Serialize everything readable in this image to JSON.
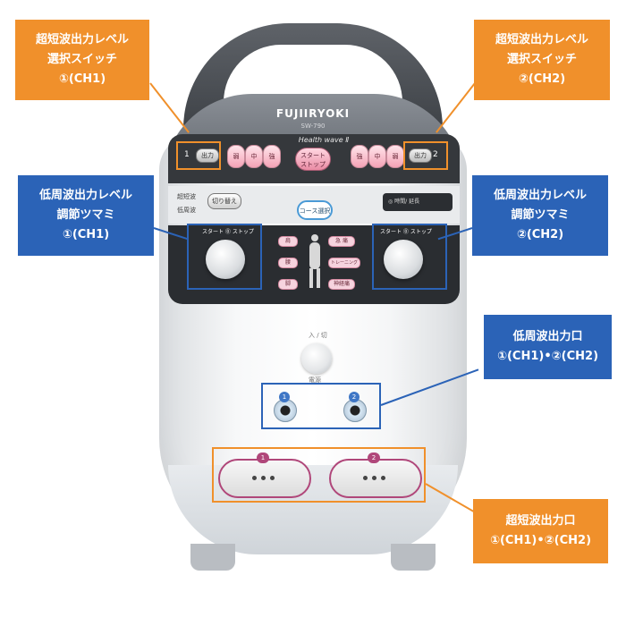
{
  "device": {
    "brand": "FUJIIRYOKI",
    "model": "SW-790",
    "series_name": "Health wave Ⅱ",
    "buttons": {
      "select_left": "出力",
      "select_right": "出力",
      "ch1_number": "1",
      "ch2_number": "2",
      "level_left": [
        "弱",
        "中",
        "強"
      ],
      "level_right": [
        "強",
        "中",
        "弱"
      ],
      "start_stop": "スタート\nストップ",
      "switch": "切り替え",
      "mode_ultra": "超短波",
      "mode_low": "低周波",
      "course_select": "コース選択",
      "timer": "◎ 時間/ 延長"
    },
    "knob_left_label": "スタート ⓪ ストップ",
    "knob_right_label": "スタート ⓪ ストップ",
    "course_cells": [
      "肩",
      "腰",
      "脚",
      "急 痛",
      "トレーニング",
      "神経痛"
    ],
    "power_top": "入 / 切",
    "power_bottom": "電源",
    "lf_port_1": "1",
    "lf_port_2": "2",
    "sw_port_1": "1",
    "sw_port_2": "2"
  },
  "callouts": {
    "sw_select_ch1": "超短波出力レベル\n選択スイッチ\n①(CH1)",
    "sw_select_ch2": "超短波出力レベル\n選択スイッチ\n②(CH2)",
    "lf_knob_ch1": "低周波出力レベル\n調節ツマミ\n①(CH1)",
    "lf_knob_ch2": "低周波出力レベル\n調節ツマミ\n②(CH2)",
    "lf_output": "低周波出力口\n①(CH1)•②(CH2)",
    "sw_output": "超短波出力口\n①(CH1)•②(CH2)"
  },
  "colors": {
    "orange": "#f0902b",
    "blue": "#2b63b7"
  }
}
